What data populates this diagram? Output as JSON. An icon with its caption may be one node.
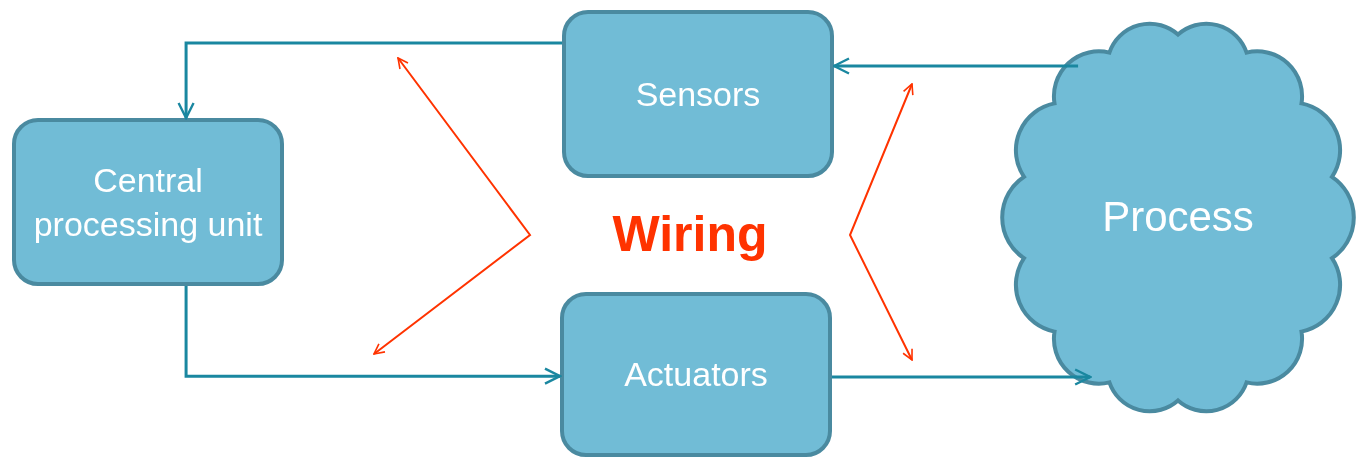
{
  "diagram": {
    "nodes": [
      {
        "text": [
          "Central processing unit"
        ]
      },
      {
        "text": [
          "Sensors"
        ]
      },
      {
        "text": [
          "Actuators"
        ]
      },
      {
        "text": [
          "Process"
        ]
      }
    ],
    "edges": [
      {
        "from": 1,
        "to": 0,
        "arrow": "to"
      },
      {
        "from": 0,
        "to": 2,
        "arrow": "to"
      },
      {
        "from": 3,
        "to": 1,
        "arrow": "to"
      },
      {
        "from": 2,
        "to": 3,
        "arrow": "to"
      }
    ],
    "labels": [
      "Wiring"
    ]
  }
}
